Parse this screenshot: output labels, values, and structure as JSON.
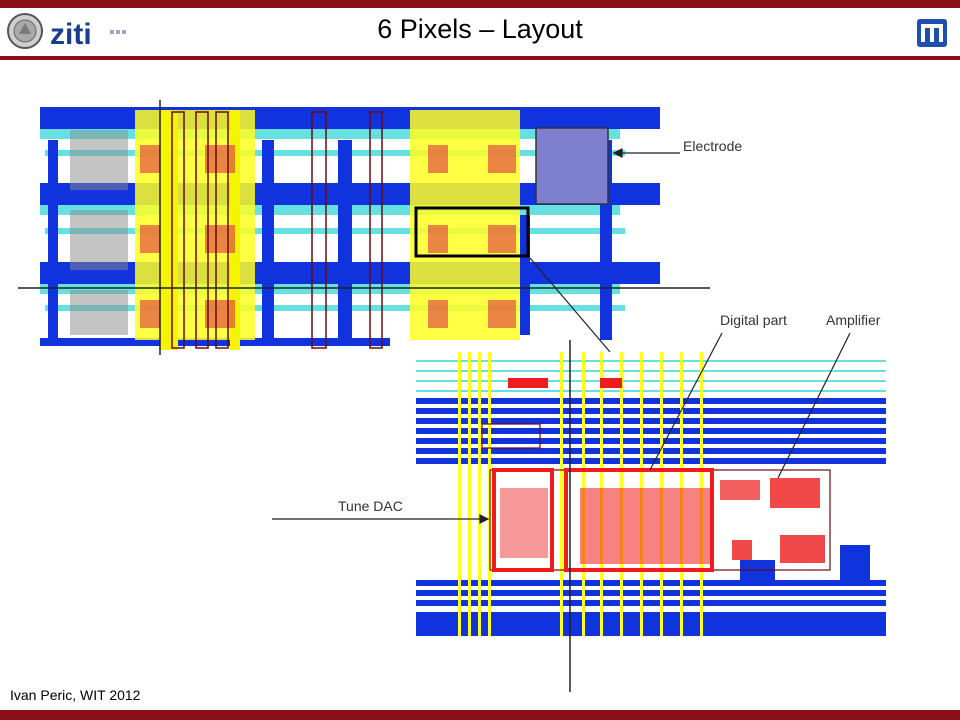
{
  "slide": {
    "title": "6 Pixels – Layout",
    "footer": "Ivan Peric, WIT 2012"
  },
  "logos": {
    "university_seal": "university-seal-icon",
    "ziti_text": "ziti",
    "wit_logo": "wit-logo-icon"
  },
  "callouts": {
    "electrode": "Electrode",
    "digital_part": "Digital part",
    "amplifier": "Amplifier",
    "tune_dac": "Tune DAC"
  },
  "colors": {
    "accent": "#8b0f16",
    "metal_blue": "#1133dd",
    "cyan": "#66e0e0",
    "yellow": "#ffff22",
    "highlight_red": "#ee1c1c",
    "electrode_fill": "#7f7fd0"
  }
}
